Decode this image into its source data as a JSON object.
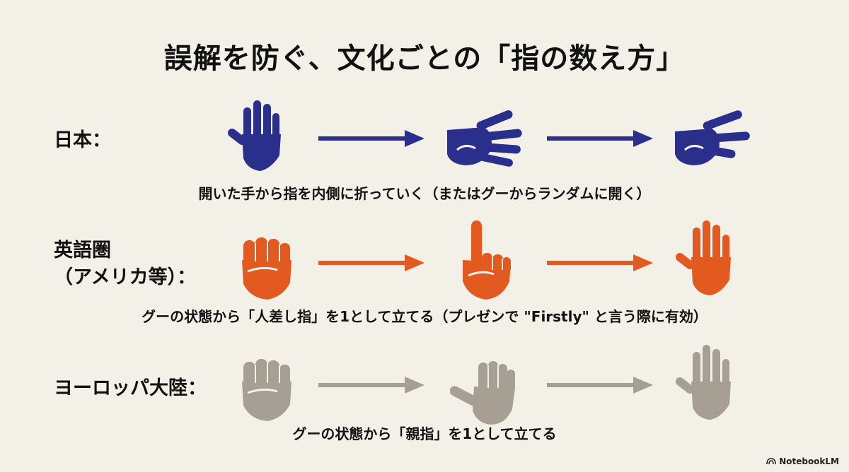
{
  "title": "誤解を防ぐ、文化ごとの「指の数え方」",
  "colors": {
    "background": "#f3f0e8",
    "japan": "#2b2f8c",
    "english": "#e25a1f",
    "europe": "#a79f93"
  },
  "rows": [
    {
      "label_lines": [
        "日本："
      ],
      "caption": "開いた手から指を内側に折っていく（またはグーからランダムに開く）",
      "hands": [
        "open-hand-icon",
        "four-fingers-hand-icon",
        "three-fingers-hand-icon"
      ]
    },
    {
      "label_lines": [
        "英語圏",
        "（アメリカ等）："
      ],
      "caption": "グーの状態から「人差し指」を1として立てる（プレゼンで \"Firstly\" と言う際に有効）",
      "hands": [
        "fist-icon",
        "index-finger-up-icon",
        "open-hand-icon"
      ]
    },
    {
      "label_lines": [
        "ヨーロッパ大陸："
      ],
      "caption": "グーの状態から「親指」を1として立てる",
      "hands": [
        "fist-icon",
        "thumb-out-hand-icon",
        "open-hand-icon"
      ]
    }
  ],
  "badge": "NotebookLM"
}
